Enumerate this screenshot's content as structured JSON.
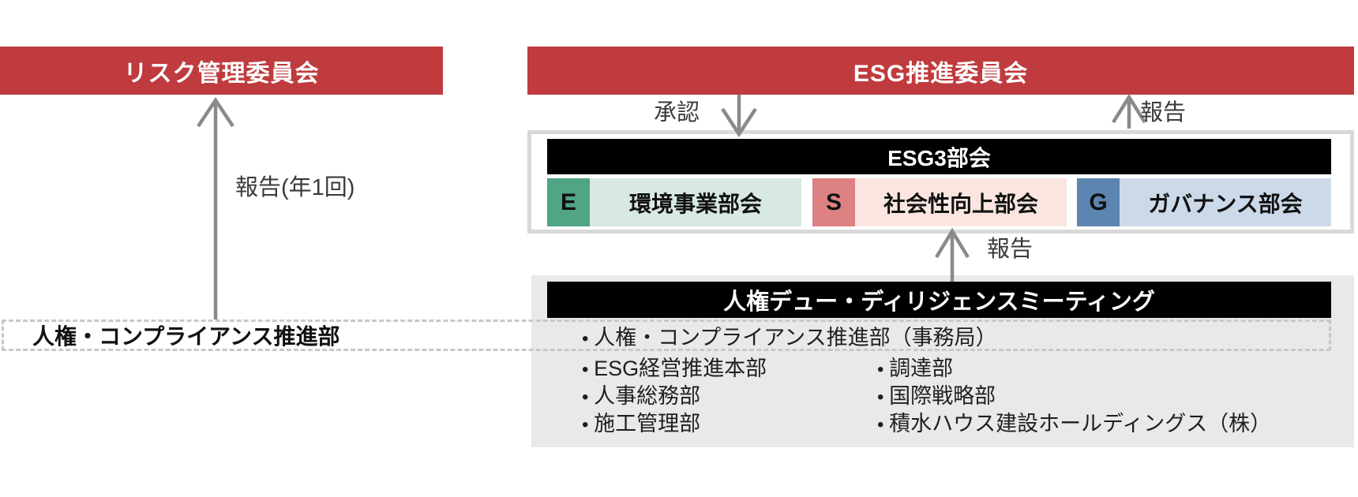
{
  "diagram_title": "ESG governance / human rights due diligence structure",
  "left_banner": {
    "label": "リスク管理委員会"
  },
  "right_banner": {
    "label": "ESG推進委員会"
  },
  "arrows": {
    "report_left_label": "報告(年1回)",
    "approval_label": "承認",
    "report_top_label": "報告",
    "report_mid_label": "報告"
  },
  "esg3": {
    "title": "ESG3部会",
    "subcommittees": [
      {
        "letter": "E",
        "label": "環境事業部会"
      },
      {
        "letter": "S",
        "label": "社会性向上部会"
      },
      {
        "letter": "G",
        "label": "ガバナンス部会"
      }
    ]
  },
  "meeting": {
    "title": "人権デュー・ディリジェンスミーティング",
    "members_row1": "人権・コンプライアンス推進部（事務局）",
    "members_col1": [
      "ESG経営推進本部",
      "人事総務部",
      "施工管理部"
    ],
    "members_col2": [
      "調達部",
      "国際戦略部",
      "積水ハウス建設ホールディングス（株）"
    ]
  },
  "dashed_box": {
    "label": "人権・コンプライアンス推進部"
  },
  "colors": {
    "banner_red": "#bf3b3e",
    "header_black": "#000000",
    "e_square": "#4fa584",
    "e_body": "#d7e9e0",
    "s_square": "#dd8182",
    "s_body": "#fbe5e1",
    "g_square": "#5c85b0",
    "g_body": "#ccd9e9",
    "gray_panel": "#e9e9ea",
    "box_border": "#d9d9d9",
    "dashed_border": "#c8c8c8",
    "arrow_gray": "#8a8a8a"
  }
}
